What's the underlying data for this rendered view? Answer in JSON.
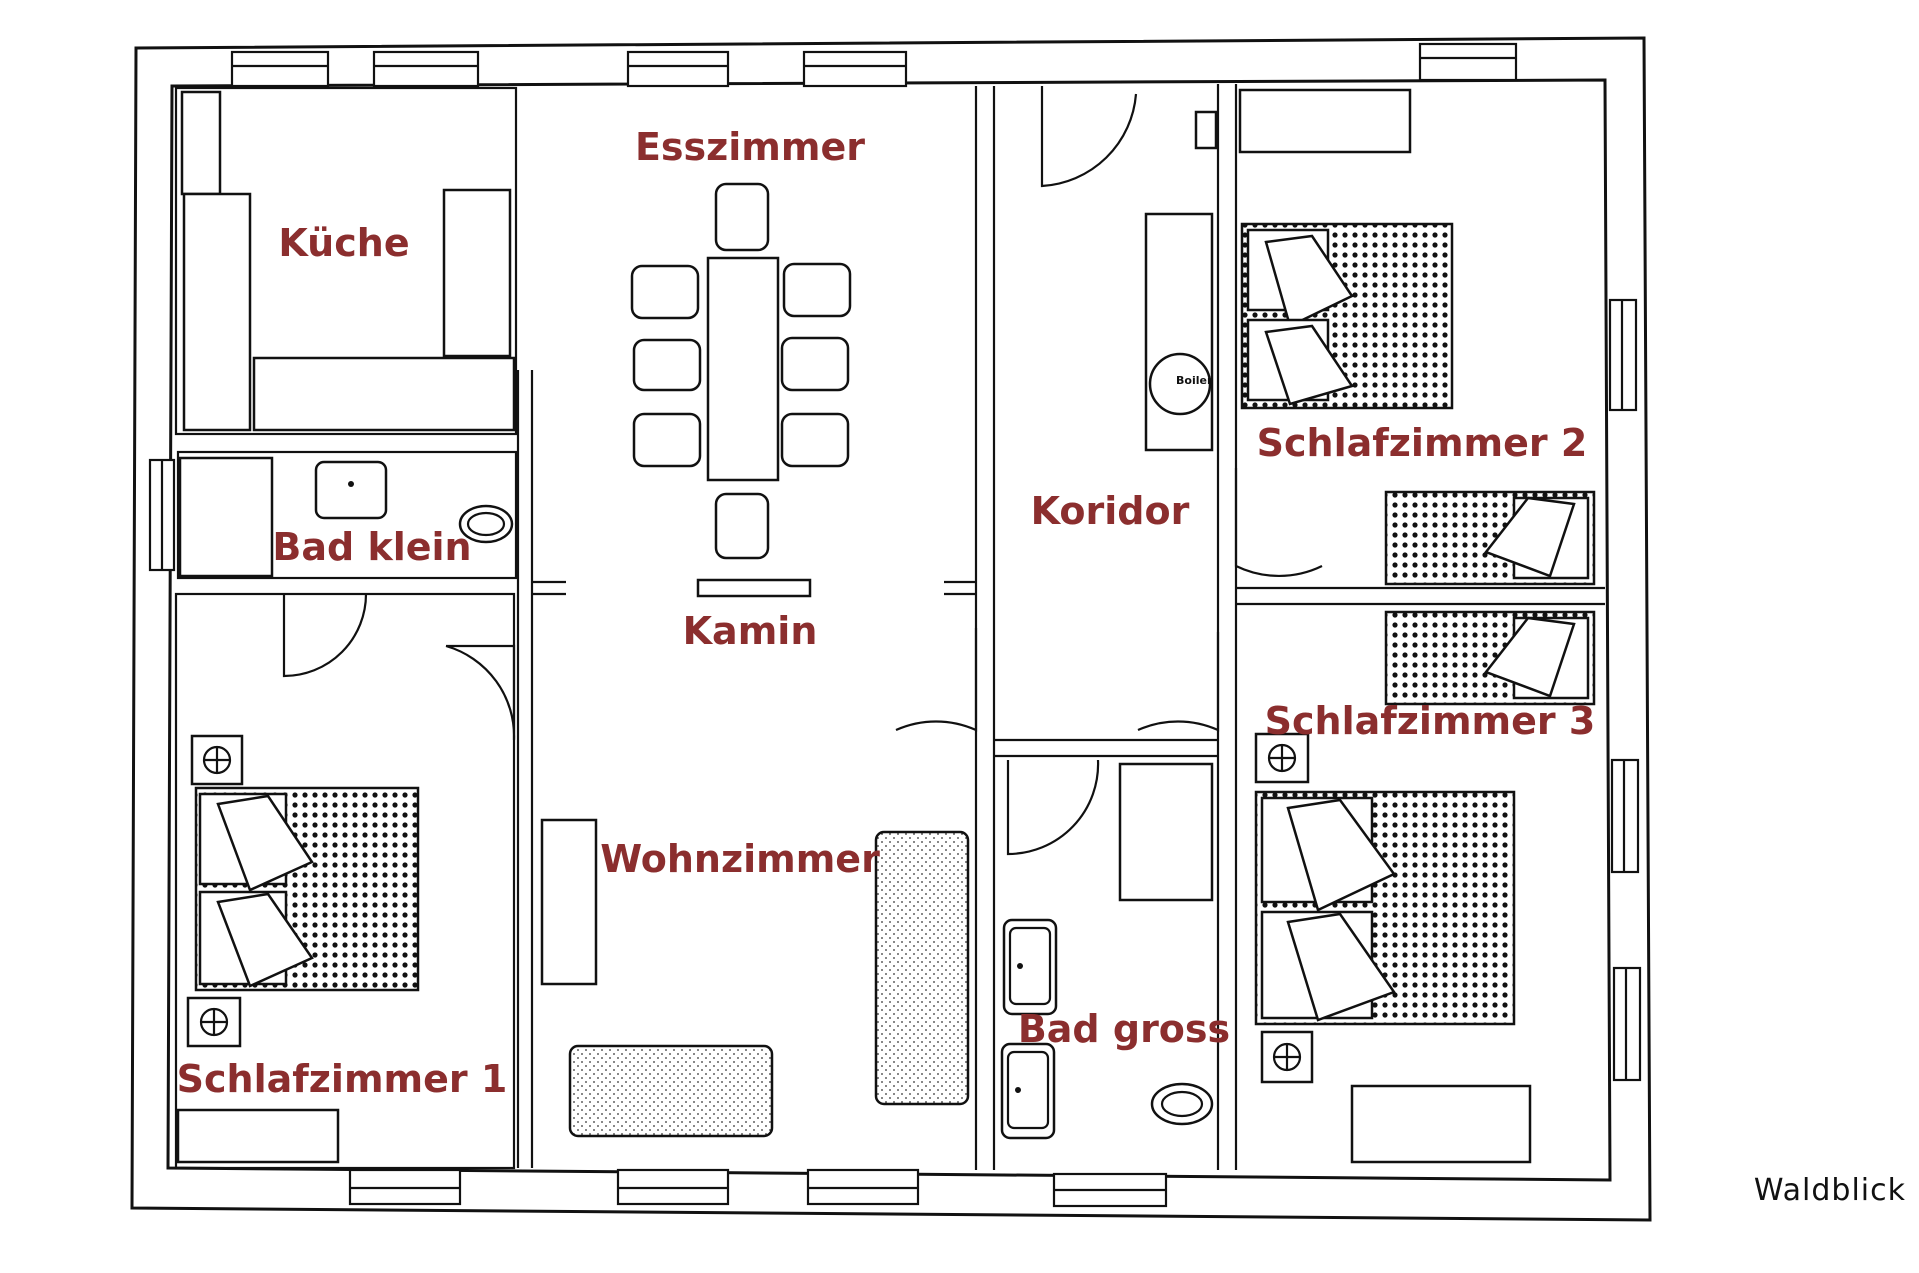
{
  "rooms": {
    "esszimmer": "Esszimmer",
    "kueche": "Küche",
    "bad_klein": "Bad klein",
    "kamin": "Kamin",
    "koridor": "Koridor",
    "schlafzimmer_2": "Schlafzimmer 2",
    "schlafzimmer_3": "Schlafzimmer 3",
    "schlafzimmer_1": "Schlafzimmer 1",
    "wohnzimmer": "Wohnzimmer",
    "bad_gross": "Bad gross"
  },
  "fixtures": {
    "boiler": "Boiler"
  },
  "notes": {
    "view": "Waldblick"
  },
  "colors": {
    "label": "#8b2e2e",
    "lines": "#111111",
    "background": "#ffffff"
  }
}
